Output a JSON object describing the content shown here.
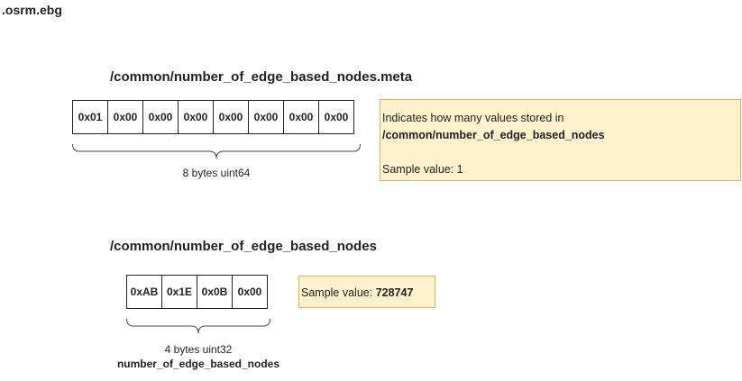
{
  "page": {
    "title": ".osrm.ebg"
  },
  "meta_section": {
    "title": "/common/number_of_edge_based_nodes.meta",
    "bytes": [
      "0x01",
      "0x00",
      "0x00",
      "0x00",
      "0x00",
      "0x00",
      "0x00",
      "0x00"
    ],
    "brace_label": "8 bytes uint64",
    "note": {
      "line1": "Indicates how many values stored in",
      "line2": "/common/number_of_edge_based_nodes",
      "sample_label": "Sample value: 1"
    }
  },
  "value_section": {
    "title": "/common/number_of_edge_based_nodes",
    "bytes": [
      "0xAB",
      "0x1E",
      "0x0B",
      "0x00"
    ],
    "brace_label": "4 bytes uint32",
    "brace_sublabel": "number_of_edge_based_nodes",
    "note": {
      "sample_prefix": "Sample value: ",
      "sample_value": "728747"
    }
  }
}
